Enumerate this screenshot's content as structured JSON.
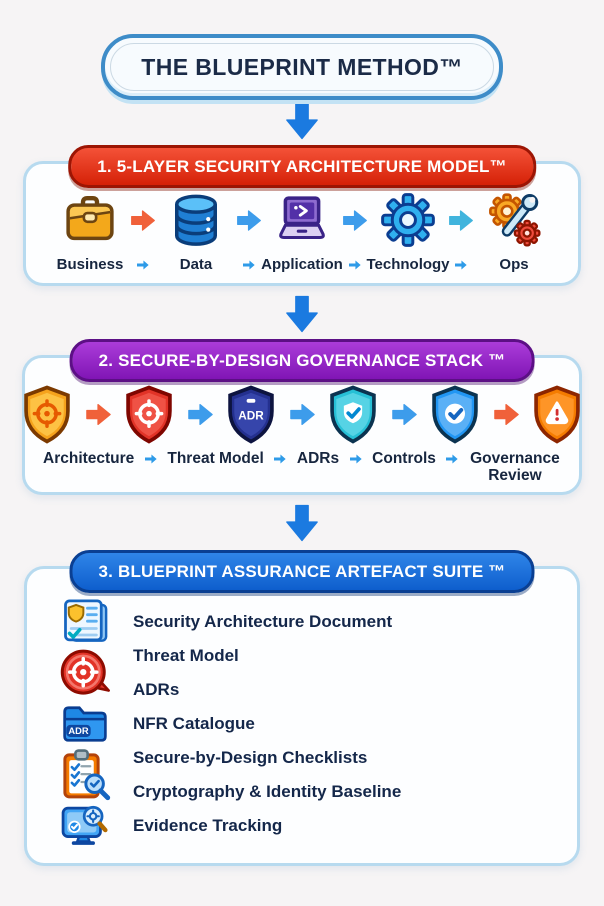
{
  "title": "THE BLUEPRINT METHOD™",
  "sections": {
    "layers": {
      "header": "1. 5-LAYER SECURITY ARCHITECTURE MODEL™",
      "items": [
        {
          "icon": "briefcase-icon",
          "label": "Business"
        },
        {
          "icon": "database-icon",
          "label": "Data"
        },
        {
          "icon": "laptop-icon",
          "label": "Application"
        },
        {
          "icon": "gear-icon",
          "label": "Technology"
        },
        {
          "icon": "ops-gears-icon",
          "label": "Ops"
        }
      ]
    },
    "governance": {
      "header": "2. SECURE-BY-DESIGN GOVERNANCE STACK ™",
      "shields": [
        "architecture-target-shield-icon",
        "threat-target-shield-icon",
        "adr-shield-icon",
        "controls-check-shield-icon",
        "verify-check-shield-icon",
        "governance-warning-shield-icon"
      ],
      "adr_badge": "ADR",
      "labels": [
        "Architecture",
        "Threat Model",
        "ADRs",
        "Controls",
        "Governance Review"
      ]
    },
    "artefacts": {
      "header": "3. BLUEPRINT ASSURANCE ARTEFACT SUITE ™",
      "adr_badge": "ADR",
      "items": [
        {
          "icon": "security-document-icon",
          "label": "Security Architecture Document"
        },
        {
          "icon": "threat-target-icon",
          "label": "Threat Model"
        },
        {
          "icon": "",
          "label": "ADRs"
        },
        {
          "icon": "adr-folder-icon",
          "label": "NFR Catalogue"
        },
        {
          "icon": "checklist-magnifier-icon",
          "label": "Secure-by-Design Checklists"
        },
        {
          "icon": "",
          "label": "Cryptography & Identity Baseline"
        },
        {
          "icon": "evidence-monitor-icon",
          "label": "Evidence Tracking"
        }
      ]
    }
  },
  "colors": {
    "accent_red": "#d52107",
    "accent_purple": "#9b27c9",
    "accent_blue": "#1565d8",
    "arrow_blue": "#3d9ceb",
    "arrow_orange": "#f0613a",
    "text_navy": "#17263f",
    "container_border": "#b7daef",
    "background": "#f6f4f5"
  }
}
